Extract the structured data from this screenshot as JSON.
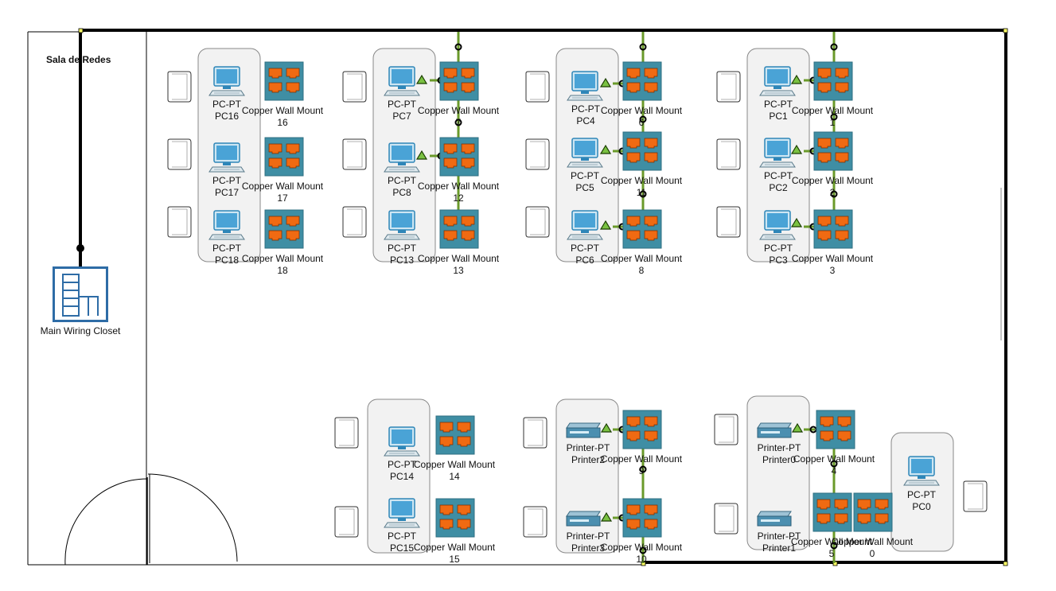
{
  "room": {
    "title": "Sala de Redes"
  },
  "closet": {
    "label": "Main Wiring Closet"
  },
  "pcs": [
    {
      "type": "PC-PT",
      "name": "PC16"
    },
    {
      "type": "PC-PT",
      "name": "PC17"
    },
    {
      "type": "PC-PT",
      "name": "PC18"
    },
    {
      "type": "PC-PT",
      "name": "PC7"
    },
    {
      "type": "PC-PT",
      "name": "PC8"
    },
    {
      "type": "PC-PT",
      "name": "PC13"
    },
    {
      "type": "PC-PT",
      "name": "PC4"
    },
    {
      "type": "PC-PT",
      "name": "PC5"
    },
    {
      "type": "PC-PT",
      "name": "PC6"
    },
    {
      "type": "PC-PT",
      "name": "PC1"
    },
    {
      "type": "PC-PT",
      "name": "PC2"
    },
    {
      "type": "PC-PT",
      "name": "PC3"
    },
    {
      "type": "PC-PT",
      "name": "PC14"
    },
    {
      "type": "PC-PT",
      "name": "PC15"
    },
    {
      "type": "PC-PT",
      "name": "PC0"
    }
  ],
  "printers": [
    {
      "type": "Printer-PT",
      "name": "Printer2"
    },
    {
      "type": "Printer-PT",
      "name": "Printer3"
    },
    {
      "type": "Printer-PT",
      "name": "Printer0"
    },
    {
      "type": "Printer-PT",
      "name": "Printer1"
    }
  ],
  "wallmounts": [
    {
      "label": "Copper Wall Mount",
      "num": "16"
    },
    {
      "label": "Copper Wall Mount",
      "num": "17"
    },
    {
      "label": "Copper Wall Mount",
      "num": "18"
    },
    {
      "label": "Copper Wall Mount",
      "num": "7"
    },
    {
      "label": "Copper Wall Mount",
      "num": "12"
    },
    {
      "label": "Copper Wall Mount",
      "num": "13"
    },
    {
      "label": "Copper Wall Mount",
      "num": "6"
    },
    {
      "label": "Copper Wall Mount",
      "num": "11"
    },
    {
      "label": "Copper Wall Mount",
      "num": "8"
    },
    {
      "label": "Copper Wall Mount",
      "num": "1"
    },
    {
      "label": "Copper Wall Mount",
      "num": "2"
    },
    {
      "label": "Copper Wall Mount",
      "num": "3"
    },
    {
      "label": "Copper Wall Mount",
      "num": "14"
    },
    {
      "label": "Copper Wall Mount",
      "num": "15"
    },
    {
      "label": "Copper Wall Mount",
      "num": "9"
    },
    {
      "label": "Copper Wall Mount",
      "num": "10"
    },
    {
      "label": "Copper Wall Mount",
      "num": "4"
    },
    {
      "label": "Copper Wall Mount",
      "num": "5"
    },
    {
      "label": "Copper Wall Mount",
      "num": "0"
    }
  ],
  "colors": {
    "wall": "#000000",
    "cable": "#6a9a2a",
    "mount_body": "#3f8ea4",
    "mount_port": "#f06a12",
    "desk": "#f2f2f2",
    "pc": "#2e86b8",
    "link": "#7ac142"
  }
}
